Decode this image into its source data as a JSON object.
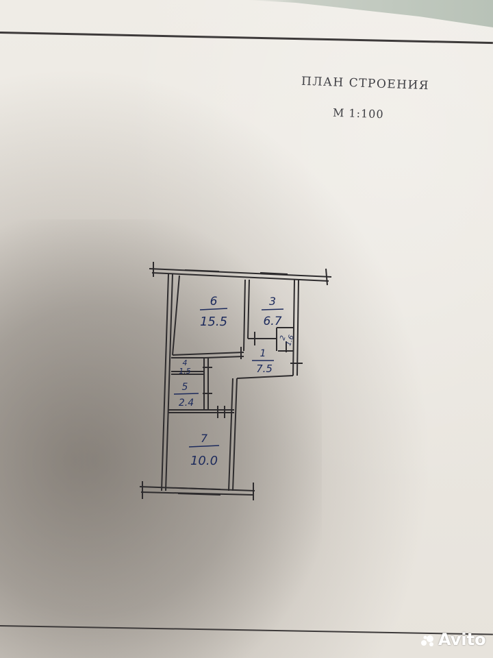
{
  "document": {
    "title": "ПЛАН СТРОЕНИЯ",
    "scale": "М 1:100"
  },
  "rooms": [
    {
      "number": "6",
      "area": "15.5"
    },
    {
      "number": "3",
      "area": "6.7"
    },
    {
      "number": "2",
      "area": "1.6"
    },
    {
      "number": "1",
      "area": "7.5"
    },
    {
      "number": "4",
      "area": "1.5"
    },
    {
      "number": "5",
      "area": "2.4"
    },
    {
      "number": "7",
      "area": "10.0"
    }
  ],
  "watermark": {
    "text": "Avito"
  },
  "colors": {
    "ink": "#1c2a5c",
    "paper": "#ece9e3",
    "line": "#2d2b2d"
  }
}
